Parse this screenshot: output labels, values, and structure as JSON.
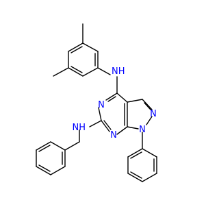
{
  "molecule": {
    "atom_labels": {
      "nh_aryl": {
        "text": "NH",
        "color": "#0000ff"
      },
      "n_pyrimidine_upper": {
        "text": "N",
        "color": "#0000ff"
      },
      "n_pyrazole_2": {
        "text": "N",
        "color": "#0000ff"
      },
      "nh_benzyl": {
        "text": "NH",
        "color": "#0000ff"
      },
      "n_pyrimidine_lower": {
        "text": "N",
        "color": "#0000ff"
      },
      "n_pyrazole_1": {
        "text": "N",
        "color": "#0000ff"
      }
    },
    "bond_color": "#000000"
  }
}
